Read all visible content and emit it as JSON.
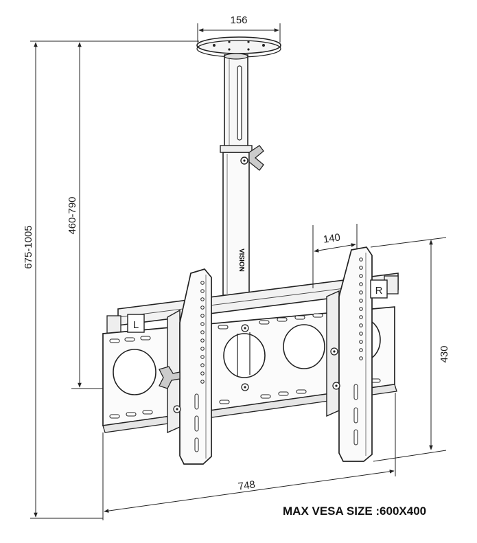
{
  "dimensions": {
    "top_plate_width": "156",
    "arm_spacing": "140",
    "total_height": "675-1005",
    "pole_height": "460-790",
    "bracket_height": "430",
    "bracket_width": "748"
  },
  "labels": {
    "left_marker": "L",
    "right_marker": "R",
    "brand": "VISION"
  },
  "caption": "MAX VESA SIZE :600X400"
}
